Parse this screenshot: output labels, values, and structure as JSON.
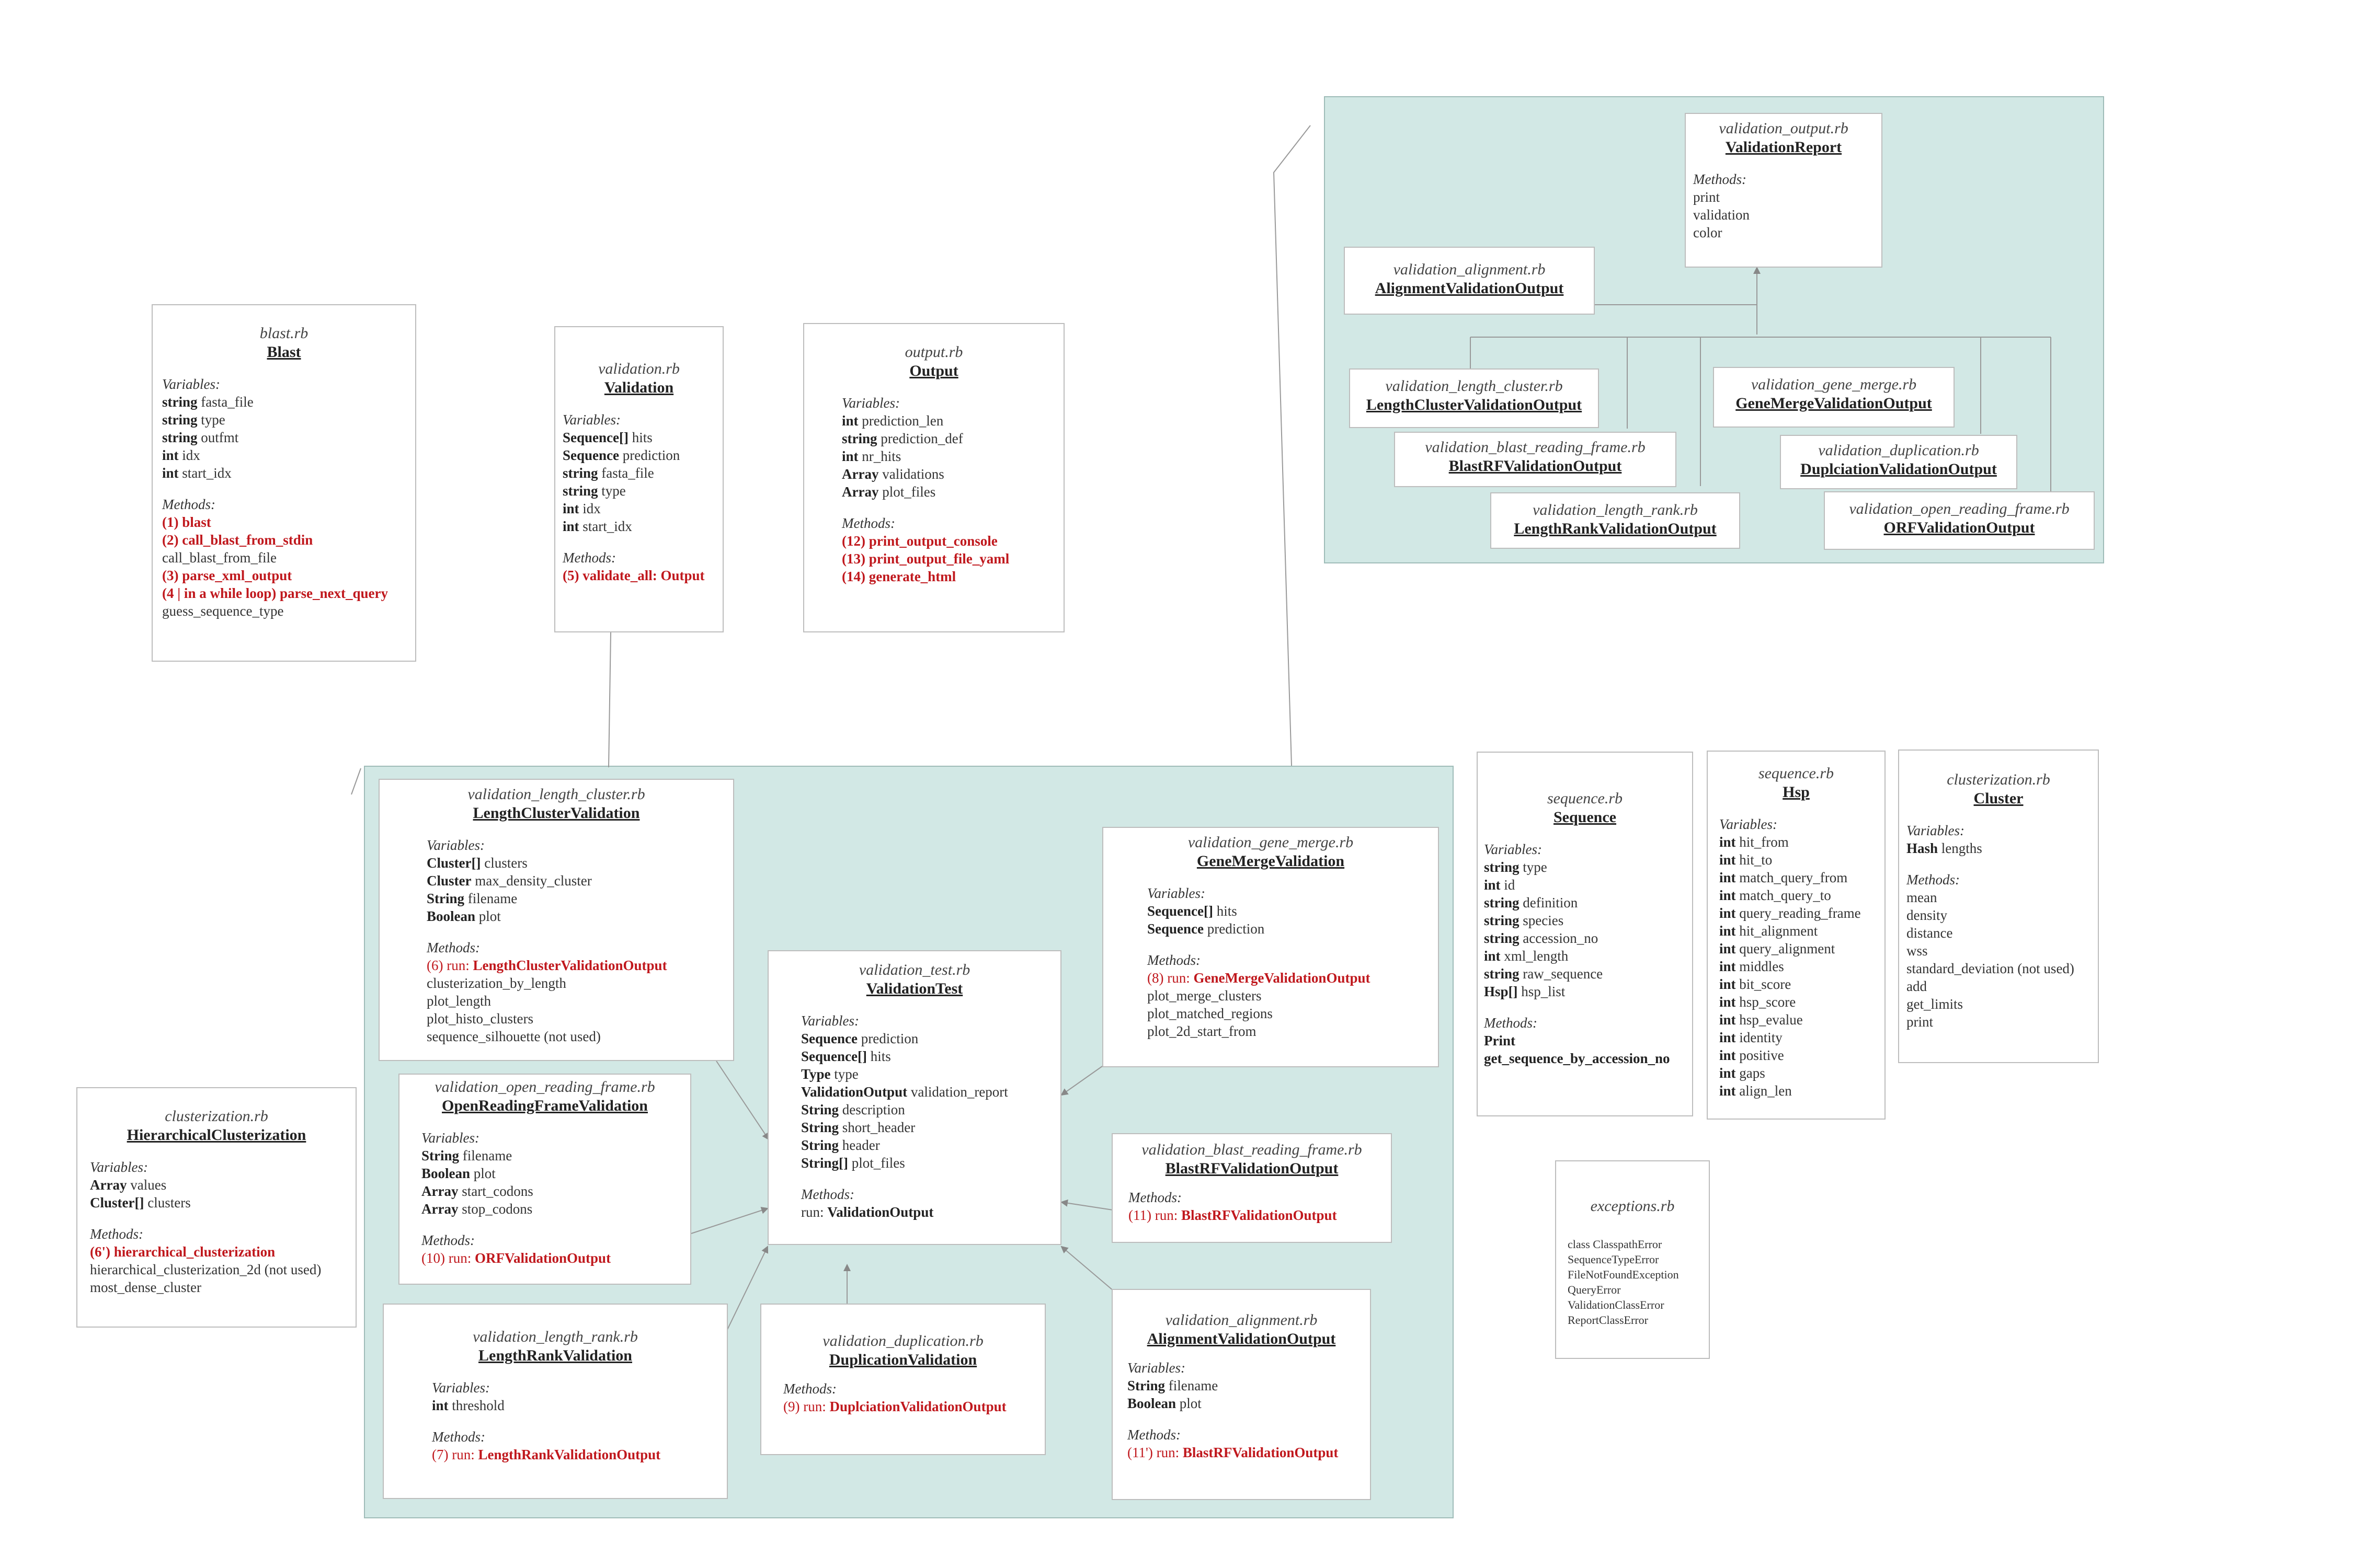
{
  "colors": {
    "region_fill": "#d2e8e5",
    "box_border": "#bdbdbd",
    "highlight_red": "#c0181d",
    "connector": "#999999"
  },
  "blast": {
    "file": "blast.rb",
    "cls": "Blast",
    "vars_label": "Variables:",
    "vars": [
      {
        "type": "string",
        "name": "fasta_file"
      },
      {
        "type": "string",
        "name": "type"
      },
      {
        "type": "string",
        "name": "outfmt"
      },
      {
        "type": "int",
        "name": "idx"
      },
      {
        "type": "int",
        "name": "start_idx"
      }
    ],
    "methods_label": "Methods:",
    "methods": [
      {
        "text": "(1) blast",
        "red": true
      },
      {
        "text": "(2) call_blast_from_stdin",
        "red": true
      },
      {
        "text": "call_blast_from_file",
        "red": false
      },
      {
        "text": "(3) parse_xml_output",
        "red": true
      },
      {
        "text": "(4 | in a while loop) parse_next_query",
        "red": true
      },
      {
        "text": "guess_sequence_type",
        "red": false
      }
    ]
  },
  "validation": {
    "file": "validation.rb",
    "cls": "Validation",
    "vars_label": "Variables:",
    "vars": [
      {
        "type": "Sequence[]",
        "name": "hits"
      },
      {
        "type": "Sequence",
        "name": "prediction"
      },
      {
        "type": "string",
        "name": "fasta_file"
      },
      {
        "type": "string",
        "name": "type"
      },
      {
        "type": "int",
        "name": "idx"
      },
      {
        "type": "int",
        "name": "start_idx"
      }
    ],
    "methods_label": "Methods:",
    "methods": [
      {
        "text": "(5) validate_all: Output",
        "red": true
      }
    ]
  },
  "output": {
    "file": "output.rb",
    "cls": "Output",
    "vars_label": "Variables:",
    "vars": [
      {
        "type": "int",
        "name": "prediction_len"
      },
      {
        "type": "string",
        "name": "prediction_def"
      },
      {
        "type": "int",
        "name": "nr_hits"
      },
      {
        "type": "Array",
        "name": "validations"
      },
      {
        "type": "Array",
        "name": "plot_files"
      }
    ],
    "methods_label": "Methods:",
    "methods": [
      {
        "text": "(12) print_output_console",
        "red": true
      },
      {
        "text": "(13) print_output_file_yaml",
        "red": true
      },
      {
        "text": "(14) generate_html",
        "red": true
      }
    ]
  },
  "validation_report": {
    "file": "validation_output.rb",
    "cls": "ValidationReport",
    "methods_label": "Methods:",
    "methods": [
      "print",
      "validation",
      "color"
    ]
  },
  "outputs_top": [
    {
      "file": "validation_alignment.rb",
      "cls": "AlignmentValidationOutput"
    },
    {
      "file": "validation_length_cluster.rb",
      "cls": "LengthClusterValidationOutput"
    },
    {
      "file": "validation_gene_merge.rb",
      "cls": "GeneMergeValidationOutput"
    },
    {
      "file": "validation_blast_reading_frame.rb",
      "cls": "BlastRFValidationOutput"
    },
    {
      "file": "validation_duplication.rb",
      "cls": "DuplciationValidationOutput"
    },
    {
      "file": "validation_length_rank.rb",
      "cls": "LengthRankValidationOutput"
    },
    {
      "file": "validation_open_reading_frame.rb",
      "cls": "ORFValidationOutput"
    }
  ],
  "sequence": {
    "file": "sequence.rb",
    "cls": "Sequence ",
    "vars_label": "Variables:",
    "vars": [
      {
        "type": "string",
        "name": "type"
      },
      {
        "type": "int",
        "name": "id"
      },
      {
        "type": "string",
        "name": "definition"
      },
      {
        "type": "string",
        "name": "species"
      },
      {
        "type": "string",
        "name": "accession_no"
      },
      {
        "type": "int",
        "name": "xml_length"
      },
      {
        "type": "string",
        "name": "raw_sequence"
      },
      {
        "type": "Hsp[]",
        "name": "hsp_list"
      }
    ],
    "methods_label": "Methods:",
    "methods": [
      "Print",
      "get_sequence_by_accession_no"
    ]
  },
  "hsp": {
    "file": "sequence.rb",
    "cls": "Hsp ",
    "vars_label": "Variables:",
    "vars": [
      {
        "type": "int",
        "name": "hit_from"
      },
      {
        "type": "int",
        "name": "hit_to"
      },
      {
        "type": "int",
        "name": "match_query_from"
      },
      {
        "type": "int",
        "name": "match_query_to"
      },
      {
        "type": "int",
        "name": "query_reading_frame"
      },
      {
        "type": "int",
        "name": "hit_alignment"
      },
      {
        "type": "int",
        "name": "query_alignment"
      },
      {
        "type": "int",
        "name": "middles"
      },
      {
        "type": "int",
        "name": "bit_score"
      },
      {
        "type": "int",
        "name": "hsp_score"
      },
      {
        "type": "int",
        "name": "hsp_evalue"
      },
      {
        "type": "int",
        "name": "identity"
      },
      {
        "type": "int",
        "name": "positive"
      },
      {
        "type": "int",
        "name": "gaps"
      },
      {
        "type": "int",
        "name": "align_len"
      }
    ]
  },
  "cluster": {
    "file": "clusterization.rb",
    "cls": "Cluster",
    "vars_label": "Variables:",
    "vars": [
      {
        "type": "Hash",
        "name": "lengths"
      }
    ],
    "methods_label": "Methods:",
    "methods": [
      "mean",
      "density",
      "distance",
      "wss",
      "standard_deviation (not used)",
      "add",
      "get_limits",
      "print"
    ]
  },
  "exceptions": {
    "file": "exceptions.rb",
    "items": [
      "class ClasspathError",
      "SequenceTypeError",
      "FileNotFoundException",
      "QueryError",
      "ValidationClassError",
      "ReportClassError"
    ]
  },
  "hier": {
    "file": "clusterization.rb",
    "cls": "HierarchicalClusterization",
    "vars_label": "Variables:",
    "vars": [
      {
        "type": "Array",
        "name": "values"
      },
      {
        "type": "Cluster[]",
        "name": "clusters"
      }
    ],
    "methods_label": "Methods:",
    "methods": [
      {
        "text": "(6') hierarchical_clusterization",
        "red": true
      },
      {
        "text": "hierarchical_clusterization_2d (not used)",
        "red": false
      },
      {
        "text": "most_dense_cluster",
        "red": false
      }
    ]
  },
  "length_cluster": {
    "file": "validation_length_cluster.rb",
    "cls": "LengthClusterValidation",
    "vars_label": "Variables:",
    "vars": [
      {
        "type": "Cluster[]",
        "name": "clusters"
      },
      {
        "type": "Cluster",
        "name": "max_density_cluster"
      },
      {
        "type": "String",
        "name": "filename"
      },
      {
        "type": "Boolean",
        "name": "plot"
      }
    ],
    "methods_label": "Methods:",
    "run_prefix": "(6) run: ",
    "run_cls": "LengthClusterValidationOutput",
    "methods": [
      "clusterization_by_length",
      "plot_length",
      "plot_histo_clusters",
      "sequence_silhouette (not used)"
    ]
  },
  "orf": {
    "file": "validation_open_reading_frame.rb",
    "cls": "OpenReadingFrameValidation",
    "vars_label": "Variables:",
    "vars": [
      {
        "type": "String",
        "name": "filename"
      },
      {
        "type": "Boolean",
        "name": "plot"
      },
      {
        "type": "Array",
        "name": "start_codons"
      },
      {
        "type": "Array",
        "name": "stop_codons"
      }
    ],
    "methods_label": "Methods:",
    "run_prefix": "(10) run: ",
    "run_cls": "ORFValidationOutput"
  },
  "length_rank": {
    "file": "validation_length_rank.rb",
    "cls": "LengthRankValidation",
    "vars_label": "Variables:",
    "vars": [
      {
        "type": "int",
        "name": "threshold"
      }
    ],
    "methods_label": "Methods:",
    "run_prefix": "(7) run: ",
    "run_cls": "LengthRankValidationOutput"
  },
  "validation_test": {
    "file": "validation_test.rb",
    "cls": "ValidationTest",
    "vars_label": "Variables:",
    "vars": [
      {
        "type": "Sequence",
        "name": "prediction"
      },
      {
        "type": "Sequence[]",
        "name": "hits"
      },
      {
        "type": "Type",
        "name": "type"
      },
      {
        "type": "ValidationOutput",
        "name": "validation_report"
      },
      {
        "type": "String",
        "name": "description"
      },
      {
        "type": "String",
        "name": "short_header"
      },
      {
        "type": "String",
        "name": "header"
      },
      {
        "type": "String[]",
        "name": "plot_files"
      }
    ],
    "methods_label": "Methods:",
    "run_prefix": " run: ",
    "run_cls": "ValidationOutput"
  },
  "duplication": {
    "file": "validation_duplication.rb",
    "cls": "DuplicationValidation",
    "methods_label": "Methods:",
    "run_prefix": "(9) run: ",
    "run_cls": "DuplciationValidationOutput"
  },
  "gene_merge": {
    "file": "validation_gene_merge.rb",
    "cls": "GeneMergeValidation",
    "vars_label": "Variables:",
    "vars": [
      {
        "type": "Sequence[]",
        "name": "hits"
      },
      {
        "type": "Sequence",
        "name": "prediction"
      }
    ],
    "methods_label": "Methods:",
    "run_prefix": "(8) run: ",
    "run_cls": "GeneMergeValidationOutput",
    "methods": [
      "plot_merge_clusters",
      "plot_matched_regions",
      "plot_2d_start_from"
    ]
  },
  "blast_rf": {
    "file": "validation_blast_reading_frame.rb",
    "cls": "BlastRFValidationOutput ",
    "methods_label": "Methods:",
    "run_prefix": "(11) run: ",
    "run_cls": "BlastRFValidationOutput"
  },
  "alignment": {
    "file": "validation_alignment.rb",
    "cls": "AlignmentValidationOutput ",
    "vars_label": "Variables:",
    "vars": [
      {
        "type": "String",
        "name": "filename"
      },
      {
        "type": "Boolean",
        "name": "plot"
      }
    ],
    "methods_label": "Methods:",
    "run_prefix": "(11') run: ",
    "run_cls": "BlastRFValidationOutput"
  }
}
